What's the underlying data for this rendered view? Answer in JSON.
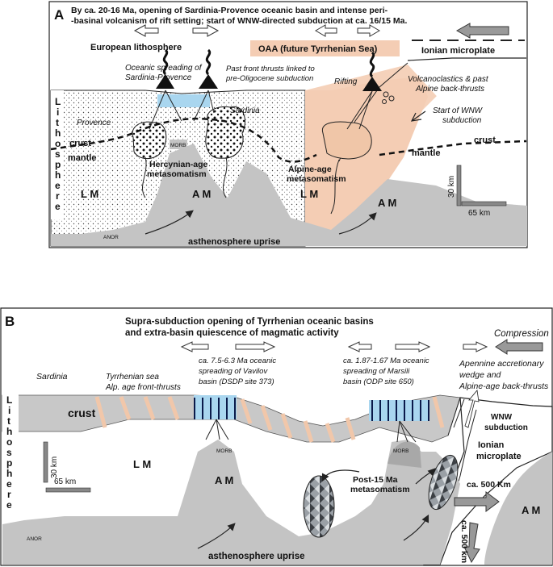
{
  "panelA": {
    "letter": "A",
    "title_line1": "By ca. 20-16 Ma,  opening of Sardinia-Provence oceanic basin and intense peri-",
    "title_line2": "-basinal volcanism of rift setting; start of WNW-directed subduction at ca. 16/15 Ma.",
    "european_lithosphere": "European lithosphere",
    "oaa": "OAA (future Tyrrhenian Sea)",
    "ionian_microplate": "Ionian microplate",
    "oceanic_spreading_1": "Oceanic spreading of",
    "oceanic_spreading_2": "Sardinia-Provence",
    "past_front_1": "Past front thrusts linked to",
    "past_front_2": "pre-Oligocene subduction",
    "rifting": "Rifting",
    "volcanoclastics_1": "Volcanoclastics & past",
    "volcanoclastics_2": "Alpine back-thrusts",
    "lithosphere_letters": [
      "L",
      "i",
      "t",
      "h",
      "o",
      "s",
      "p",
      "h",
      "e",
      "r",
      "e"
    ],
    "provence": "Provence",
    "sardinia": "Sardinia",
    "crust_left": "crust",
    "mantle_left": "mantle",
    "morb": "MORB",
    "hercynian_1": "Hercynian-age",
    "hercynian_2": "metasomatism",
    "alpine_1": "Alpine-age",
    "alpine_2": "metasomatism",
    "start_wnw_1": "Start of WNW",
    "start_wnw_2": "subduction",
    "crust_right": "crust",
    "mantle_right": "mantle",
    "lm_left": "L M",
    "am_left": "A M",
    "lm_right": "L M",
    "am_right": "A M",
    "scale_vertical": "30 km",
    "scale_horizontal": "65 km",
    "anor": "ANOR",
    "asthenosphere": "asthenosphere uprise"
  },
  "panelB": {
    "letter": "B",
    "title_line1": "Supra-subduction opening of Tyrrhenian oceanic basins",
    "title_line2": "and extra-basin quiescence of magmatic activity",
    "compression": "Compression",
    "vavilov_1": "ca. 7.5-6.3 Ma oceanic",
    "vavilov_2": "spreading of Vavilov",
    "vavilov_3": "basin (DSDP site 373)",
    "marsili_1": "ca. 1.87-1.67 Ma oceanic",
    "marsili_2": "spreading of Marsili",
    "marsili_3": "basin (ODP site 650)",
    "apennine_1": "Apennine accretionary",
    "apennine_2": "wedge and",
    "apennine_3": "Alpine-age back-thrusts",
    "sardinia": "Sardinia",
    "tyrrhenian_1": "Tyrrhenian sea",
    "tyrrhenian_2": "Alp. age front-thrusts",
    "lithosphere_letters": [
      "L",
      "i",
      "t",
      "h",
      "o",
      "s",
      "p",
      "h",
      "e",
      "r",
      "e"
    ],
    "crust": "crust",
    "wnw_1": "WNW",
    "wnw_2": "subduction",
    "ionian_1": "Ionian",
    "ionian_2": "microplate",
    "lm": "L M",
    "am_left": "A M",
    "am_right": "A M",
    "morb_left": "MORB",
    "morb_right": "MORB",
    "post15_1": "Post-15 Ma",
    "post15_2": "metasomatism",
    "ca500_h": "ca. 500 Km",
    "ca500_v": "ca. 500 km",
    "scale_vertical": "30 km",
    "scale_horizontal": "65 km",
    "anor": "ANOR",
    "asthenosphere": "asthenosphere uprise"
  }
}
